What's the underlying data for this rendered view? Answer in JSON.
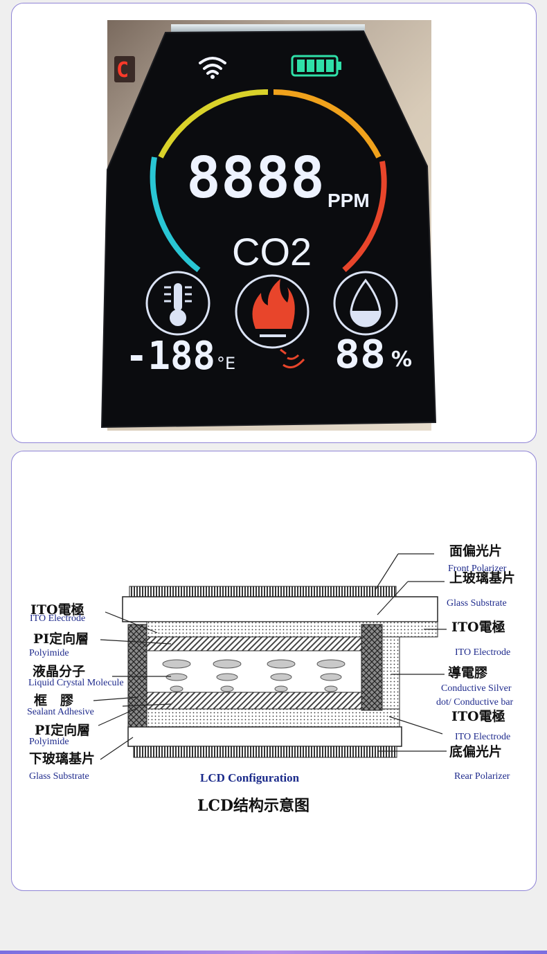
{
  "lcd_display": {
    "main_reading": "8888",
    "main_unit": "PPM",
    "gas_label": "CO2",
    "temperature_reading": "-188",
    "temperature_unit": "°E",
    "humidity_reading": "88",
    "humidity_unit": "%",
    "icons": [
      "wifi-icon",
      "battery-icon",
      "thermometer-icon",
      "flame-icon",
      "phone-icon",
      "water-drop-icon"
    ],
    "colors": {
      "cyan": "#29c6d4",
      "yellow": "#d9d22a",
      "orange": "#f0a21c",
      "red": "#e8452b",
      "segment": "#e9f2ff"
    }
  },
  "diagram": {
    "left_labels": [
      {
        "zh": "ITO電極",
        "en": "ITO Electrode"
      },
      {
        "zh": "PI定向層",
        "en": "Polyimide"
      },
      {
        "zh": "液晶分子",
        "en": "Liquid Crystal Molecule"
      },
      {
        "zh": "框　膠",
        "en": "Sealant Adhesive"
      },
      {
        "zh": "PI定向層",
        "en": "Polyimide"
      },
      {
        "zh": "下玻璃基片",
        "en": "Glass Substrate"
      }
    ],
    "right_labels": [
      {
        "zh": "面偏光片",
        "en": "Front Polarizer"
      },
      {
        "zh": "上玻璃基片",
        "en": "Glass Substrate"
      },
      {
        "zh": "ITO電極",
        "en": "ITO Electrode"
      },
      {
        "zh": "導電膠",
        "en": "Conductive Silver"
      },
      {
        "zh": "",
        "en": "dot/ Conductive bar"
      },
      {
        "zh": "ITO電極",
        "en": "ITO Electrode"
      },
      {
        "zh": "底偏光片",
        "en": "Rear Polarizer"
      }
    ],
    "caption_en": "LCD Configuration",
    "caption_zh": "LCD结构示意图"
  }
}
